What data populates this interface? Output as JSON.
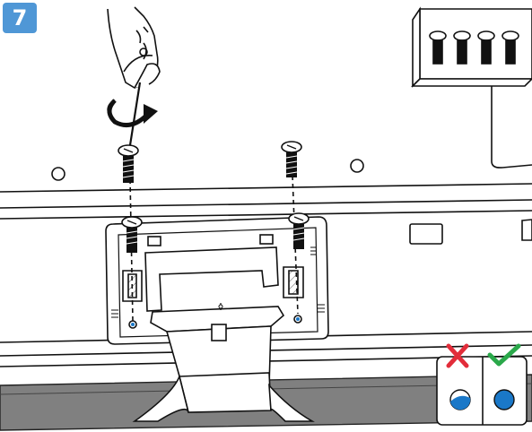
{
  "step": {
    "number": "7"
  },
  "illustration": {
    "screw_count_in_pack": 4,
    "screws_used_in_step": 2,
    "hand_tool": "screwdriver",
    "rotation": "clockwise-arrow"
  },
  "comparison": {
    "wrong_icon": "cross-icon",
    "right_icon": "check-icon",
    "colors": {
      "wrong": "#e22d3a",
      "right": "#2aa84a",
      "hole_blue": "#1a78c8",
      "badge_blue": "#4f97d6"
    }
  }
}
